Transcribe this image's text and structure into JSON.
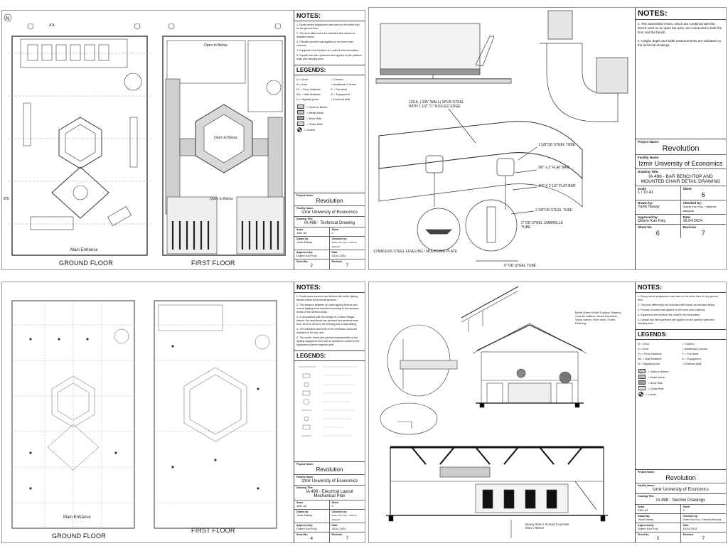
{
  "sheets": {
    "s1": {
      "notes_title": "NOTES:",
      "notes": [
        "1- Epoxy mixed polystyrene was used on the entire floor for the ground floor.",
        "2- The level differences are indicated with leaves as indicated below.",
        "3- Precast concrete was applied on the inner main columns.",
        "4- Equipment and furniture are noted in the information.",
        "5- Drywall has been preferred and applied on the partition walls and sleeping area."
      ],
      "legend_title": "LEGENDS:",
      "legend_keys": [
        "D = Door",
        "= Column",
        "A = Area",
        "= Additional Column",
        "FL = Floor Material",
        "F = Furniture",
        "WL = Wall Material",
        "E = Equipment",
        "H = Highest point",
        "= External Wall"
      ],
      "legend_swatches": [
        "= Open to below",
        "= Metal Mesh",
        "= Brick Wall",
        "= Glass Wall",
        "= Levels"
      ],
      "project_name_label": "Project Name:",
      "project_name": "Revolution",
      "facility_label": "Facility Name:",
      "facility": "Izmir University of Economics",
      "drawing_title_label": "Drawing Title:",
      "drawing_title": "IA 498 - Technical Drawing",
      "scale_label": "Scale",
      "scale": "1/50",
      "paper": "A0",
      "sheet_label": "Sheet",
      "sheet": "2",
      "drawn_by_label": "Drawn by:",
      "drawn_by": "Yankı Nasay",
      "checked_by_label": "Checked by:",
      "checked_by": "Didem Kan Kılıç / Yasemin Albayrak",
      "approved_by_label": "Approved by:",
      "approved_by": "Didem Kan Kılıç",
      "date_label": "Date:",
      "date": "16.04.2024",
      "sheet_no_label": "Sheet No.",
      "sheet_no": "2",
      "revision_label": "Revision",
      "revision": "7",
      "ground_floor": "GROUND FLOOR",
      "first_floor": "FIRST FLOOR",
      "main_entrance": "Main Entrance",
      "open_to_below_1": "Open to Below",
      "open_to_below_2": "Open to Below",
      "open_to_below_3": "Open to Below",
      "section_aa": "A'A",
      "section_bb": "B'B"
    },
    "s2": {
      "notes_title": "NOTES:",
      "notes": [
        "1- The assembled chairs, which are combined with the bench used as an open bar area, are connected to both the floor and the bench.",
        "2- Height, depth and width measurements are indicated on the technical drawings."
      ],
      "project_name_label": "Project Name:",
      "project_name": "Revolution",
      "facility_label": "Facility Name:",
      "facility": "Izmir University of Economics",
      "drawing_title_label": "Drawing Title:",
      "drawing_title": "IA 498 - BAR BENCHTOP AND MOUNTED CHAIR DETAIL DRAWING",
      "scale_label": "Scale",
      "scale": "1 / 10",
      "paper": "A1",
      "sheet_label": "Sheet",
      "sheet": "6",
      "drawn_by_label": "Drawn by:",
      "drawn_by": "Yankı Nasay",
      "checked_by_label": "Checked by:",
      "checked_by": "Didem Kan Kılıç / Yasemin Albayrak",
      "approved_by_label": "Approved by:",
      "approved_by": "Didem Kan Kılıç",
      "date_label": "Date:",
      "date": "16.04.2024",
      "sheet_no_label": "Sheet No.",
      "sheet_no": "6",
      "revision_label": "Revision",
      "revision": "7",
      "callout_1": "12GA. (.105\" WALL) SPUN STEEL WITH 1 1/2\" \"C\" ROLLED EDGE",
      "callout_2": "1 5/8\"OD STEEL TUBE",
      "callout_3": "3/8\" x 2\" FLAT BAR",
      "callout_4": "1/4\" X 2 1/2\" FLAT BAR",
      "callout_5": "2 3/8\"OD STEEL TUBE",
      "callout_6": "2\" OD STEEL UMBRELLA TUBE",
      "callout_7": "STAINLESS STEEL LEVELING / MOUNTING PLATE",
      "callout_8": "6\" OD STEEL TUBE"
    },
    "s3": {
      "notes_title": "NOTES:",
      "notes": [
        "1- Small space services are defined with bullet lighting fixtures inside all electrical sections.",
        "2- The distance between all outlet lighting fixtures and normal lighting were selected according to the dynamic needs of the defined areas.",
        "3- In accordance with the design of a mixed hangar interior, the used linear-bar pendant and windows work from 16.00 to 20.00 in the evening with a dual setting.",
        "4- The entrances and exits of the ventilation ducts are indicated in the top view.",
        "5- The model, brand and general characteristics of the lighting equipment used will be specified in detail on the equipment sheet in legends area."
      ],
      "legend_title": "LEGENDS:",
      "project_name_label": "Project Name:",
      "project_name": "Revolution",
      "facility_label": "Facility Name:",
      "facility": "Izmir University of Economics",
      "drawing_title_label": "Drawing Title:",
      "drawing_title": "IA 498 - Electrical Layout Mechanical Plan",
      "scale_label": "Scale",
      "scale": "1/50",
      "paper": "A0",
      "sheet_label": "Sheet",
      "sheet": "4",
      "drawn_by_label": "Drawn by:",
      "drawn_by": "Yankı Nasay",
      "checked_by_label": "Checked by:",
      "checked_by": "Didem Kan Kılıç / Yasemin Albayrak",
      "approved_by_label": "Approved by:",
      "approved_by": "Didem Kan Kılıç",
      "date_label": "Date:",
      "date": "16.04.2024",
      "sheet_no_label": "Sheet No.",
      "sheet_no": "4",
      "revision_label": "Revision",
      "revision": "7",
      "ground_floor": "GROUND FLOOR",
      "first_floor": "FIRST FLOOR",
      "main_entrance": "Main Entrance"
    },
    "s4": {
      "notes_title": "NOTES:",
      "notes": [
        "1- Epoxy mixed polystyrene was used on the entire floor for the ground floor.",
        "2- The level differences are indicated with leaves as indicated below.",
        "3- Precast concrete was applied on the inner main columns.",
        "4- Equipment and furniture are noted in the information.",
        "5- Drywall has been preferred and applied on the partition walls and sleeping area."
      ],
      "legend_title": "LEGENDS:",
      "legend_keys": [
        "D = Door",
        "= Column",
        "A = Area",
        "= Additional Column",
        "FL = Floor Material",
        "F = Furniture",
        "WL = Wall Material",
        "E = Equipment",
        "H = Highest point",
        "= External Wall"
      ],
      "legend_swatches": [
        "= Open to below",
        "= Metal Mesh",
        "= Brick Wall",
        "= Glass Wall",
        "= Levels"
      ],
      "project_name_label": "Project Name:",
      "project_name": "Revolution",
      "facility_label": "Facility Name:",
      "facility": "Izmir University of Economics",
      "drawing_title_label": "Drawing Title:",
      "drawing_title": "IA 498 - Section Drawings",
      "scale_label": "Scale",
      "scale": "1/50",
      "paper": "A3",
      "sheet_label": "Sheet",
      "sheet": "3",
      "drawn_by_label": "Drawn by:",
      "drawn_by": "Yankı Nasay",
      "checked_by_label": "Checked by:",
      "checked_by": "Didem Kan Kılıç / Yasemin Albayrak",
      "approved_by_label": "Approved by:",
      "approved_by": "Didem Kan Kılıç",
      "date_label": "Date:",
      "date": "16.04.2024",
      "sheet_no_label": "Sheet No.",
      "sheet_no": "3",
      "revision_label": "Revision",
      "revision": "7",
      "detail_note": "Metal Sheet Profile Surface: Battens, Counter battens, Wood insulation, Vapor barrier, Roof deck, Gutter, Flashing",
      "floor_note": "Epoxy 2mm / Screed Concrete 5mm / 60mm"
    }
  }
}
